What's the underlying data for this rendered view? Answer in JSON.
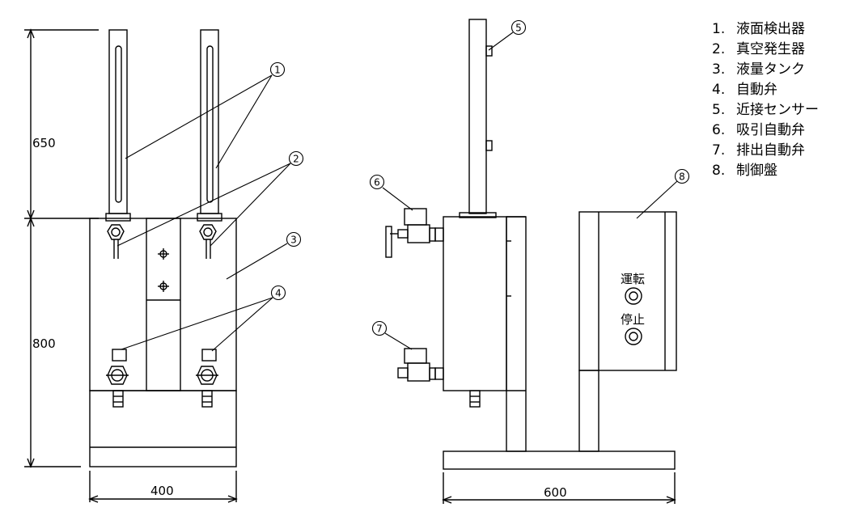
{
  "legend": [
    {
      "num": "1.",
      "text": "液面検出器"
    },
    {
      "num": "2.",
      "text": "真空発生器"
    },
    {
      "num": "3.",
      "text": "液量タンク"
    },
    {
      "num": "4.",
      "text": "自動弁"
    },
    {
      "num": "5.",
      "text": "近接センサー"
    },
    {
      "num": "6.",
      "text": "吸引自動弁"
    },
    {
      "num": "7.",
      "text": "排出自動弁"
    },
    {
      "num": "8.",
      "text": "制御盤"
    }
  ],
  "dimensions": {
    "upper": "650",
    "lower": "800",
    "front_width": "400",
    "side_width": "600"
  },
  "callouts": {
    "c1": "1",
    "c2": "2",
    "c3": "3",
    "c4": "4",
    "c5": "5",
    "c6": "6",
    "c7": "7",
    "c8": "8"
  },
  "panel": {
    "run": "運転",
    "stop": "停止"
  }
}
